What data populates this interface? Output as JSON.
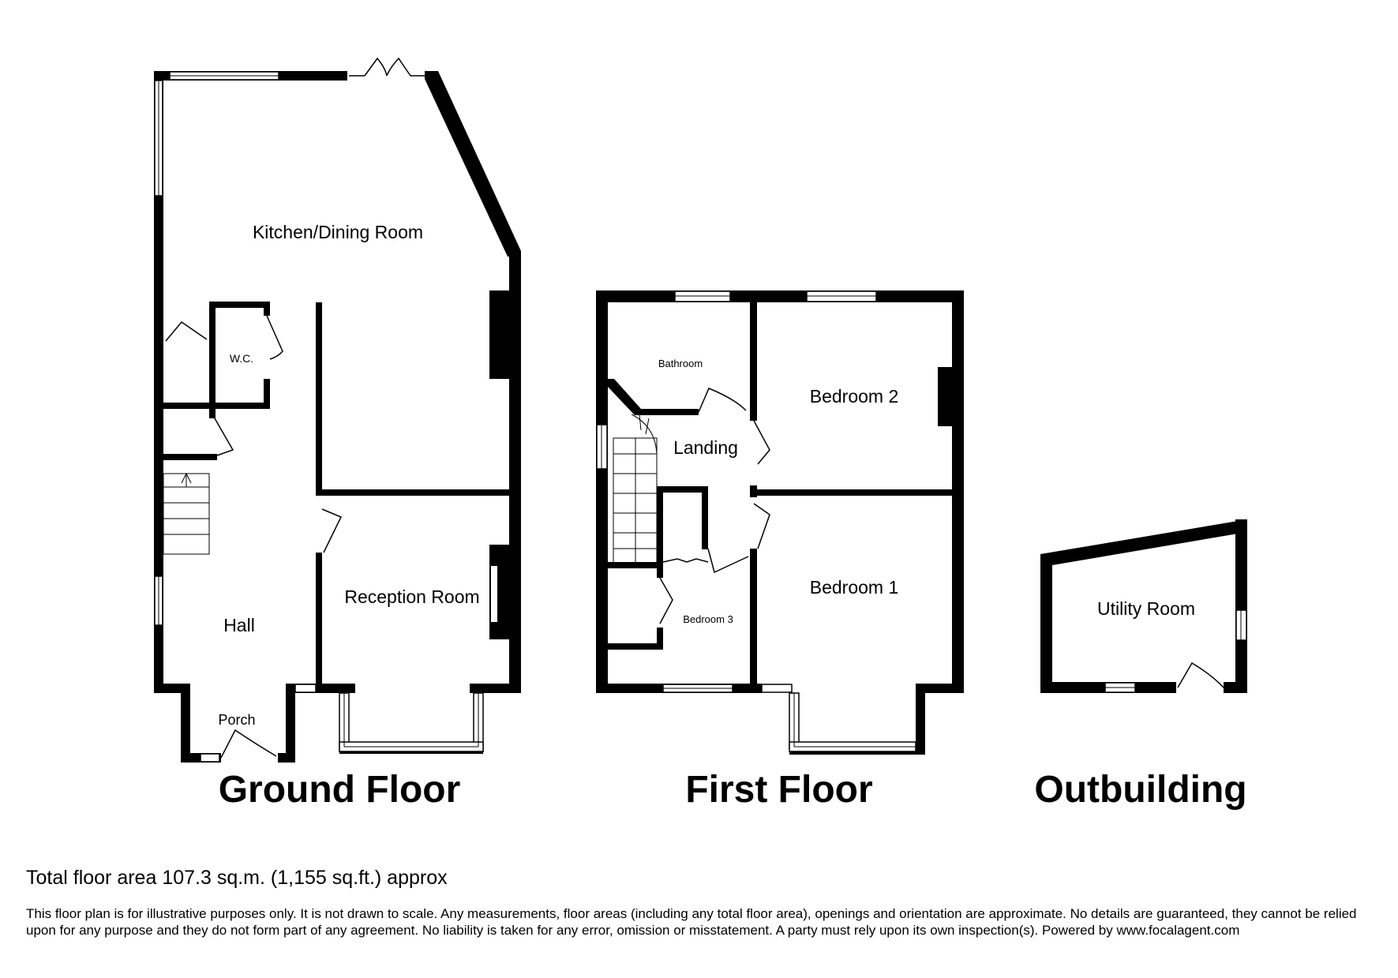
{
  "floors": {
    "ground": {
      "title": "Ground Floor",
      "rooms": {
        "kitchen": "Kitchen/Dining Room",
        "wc": "W.C.",
        "hall": "Hall",
        "reception": "Reception Room",
        "porch": "Porch"
      }
    },
    "first": {
      "title": "First Floor",
      "rooms": {
        "bathroom": "Bathroom",
        "landing": "Landing",
        "bedroom2": "Bedroom 2",
        "bedroom1": "Bedroom 1",
        "bedroom3": "Bedroom 3"
      }
    },
    "outbuilding": {
      "title": "Outbuilding",
      "rooms": {
        "utility": "Utility Room"
      }
    }
  },
  "footer": {
    "total_area": "Total floor area 107.3 sq.m. (1,155 sq.ft.) approx",
    "disclaimer": "This floor plan is for illustrative purposes only. It is not drawn to scale. Any measurements, floor areas (including any total floor area), openings and orientation are approximate. No details are guaranteed, they cannot be relied upon for any purpose and they do not form part of any agreement. No liability is taken for any error, omission or misstatement. A party must rely upon its own inspection(s). Powered by www.focalagent.com"
  }
}
